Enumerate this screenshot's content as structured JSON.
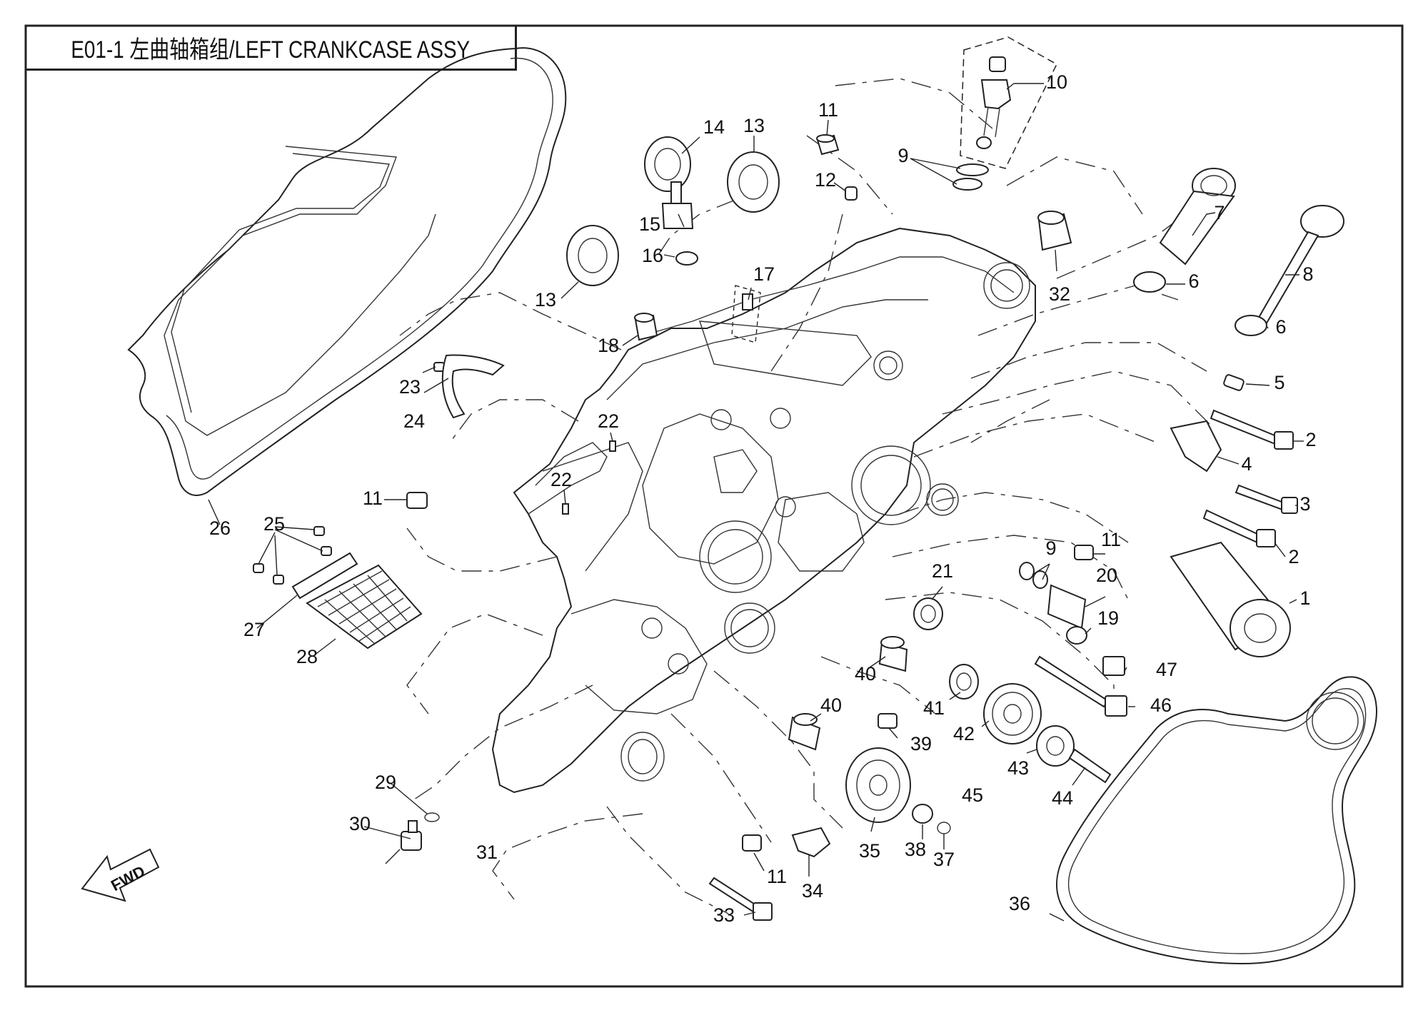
{
  "title": "E01-1 左曲轴箱组/LEFT CRANKCASE ASSY",
  "fwd_label": "FWD",
  "callouts": [
    {
      "id": "c1",
      "text": "1"
    },
    {
      "id": "c2a",
      "text": "2"
    },
    {
      "id": "c2b",
      "text": "2"
    },
    {
      "id": "c3",
      "text": "3"
    },
    {
      "id": "c4",
      "text": "4"
    },
    {
      "id": "c5",
      "text": "5"
    },
    {
      "id": "c6a",
      "text": "6"
    },
    {
      "id": "c6b",
      "text": "6"
    },
    {
      "id": "c7",
      "text": "7"
    },
    {
      "id": "c8",
      "text": "8"
    },
    {
      "id": "c9a",
      "text": "9"
    },
    {
      "id": "c9b",
      "text": "9"
    },
    {
      "id": "c10",
      "text": "10"
    },
    {
      "id": "c11a",
      "text": "11"
    },
    {
      "id": "c11b",
      "text": "11"
    },
    {
      "id": "c11c",
      "text": "11"
    },
    {
      "id": "c11d",
      "text": "11"
    },
    {
      "id": "c12",
      "text": "12"
    },
    {
      "id": "c13a",
      "text": "13"
    },
    {
      "id": "c13b",
      "text": "13"
    },
    {
      "id": "c14",
      "text": "14"
    },
    {
      "id": "c15",
      "text": "15"
    },
    {
      "id": "c16",
      "text": "16"
    },
    {
      "id": "c17",
      "text": "17"
    },
    {
      "id": "c18",
      "text": "18"
    },
    {
      "id": "c19",
      "text": "19"
    },
    {
      "id": "c20",
      "text": "20"
    },
    {
      "id": "c21",
      "text": "21"
    },
    {
      "id": "c22a",
      "text": "22"
    },
    {
      "id": "c22b",
      "text": "22"
    },
    {
      "id": "c23",
      "text": "23"
    },
    {
      "id": "c24",
      "text": "24"
    },
    {
      "id": "c25",
      "text": "25"
    },
    {
      "id": "c26",
      "text": "26"
    },
    {
      "id": "c27",
      "text": "27"
    },
    {
      "id": "c28",
      "text": "28"
    },
    {
      "id": "c29",
      "text": "29"
    },
    {
      "id": "c30",
      "text": "30"
    },
    {
      "id": "c31",
      "text": "31"
    },
    {
      "id": "c32",
      "text": "32"
    },
    {
      "id": "c33",
      "text": "33"
    },
    {
      "id": "c34",
      "text": "34"
    },
    {
      "id": "c35",
      "text": "35"
    },
    {
      "id": "c36",
      "text": "36"
    },
    {
      "id": "c37",
      "text": "37"
    },
    {
      "id": "c38",
      "text": "38"
    },
    {
      "id": "c39",
      "text": "39"
    },
    {
      "id": "c40a",
      "text": "40"
    },
    {
      "id": "c40b",
      "text": "40"
    },
    {
      "id": "c41",
      "text": "41"
    },
    {
      "id": "c42",
      "text": "42"
    },
    {
      "id": "c43",
      "text": "43"
    },
    {
      "id": "c44",
      "text": "44"
    },
    {
      "id": "c45",
      "text": "45"
    },
    {
      "id": "c46",
      "text": "46"
    },
    {
      "id": "c47",
      "text": "47"
    }
  ]
}
